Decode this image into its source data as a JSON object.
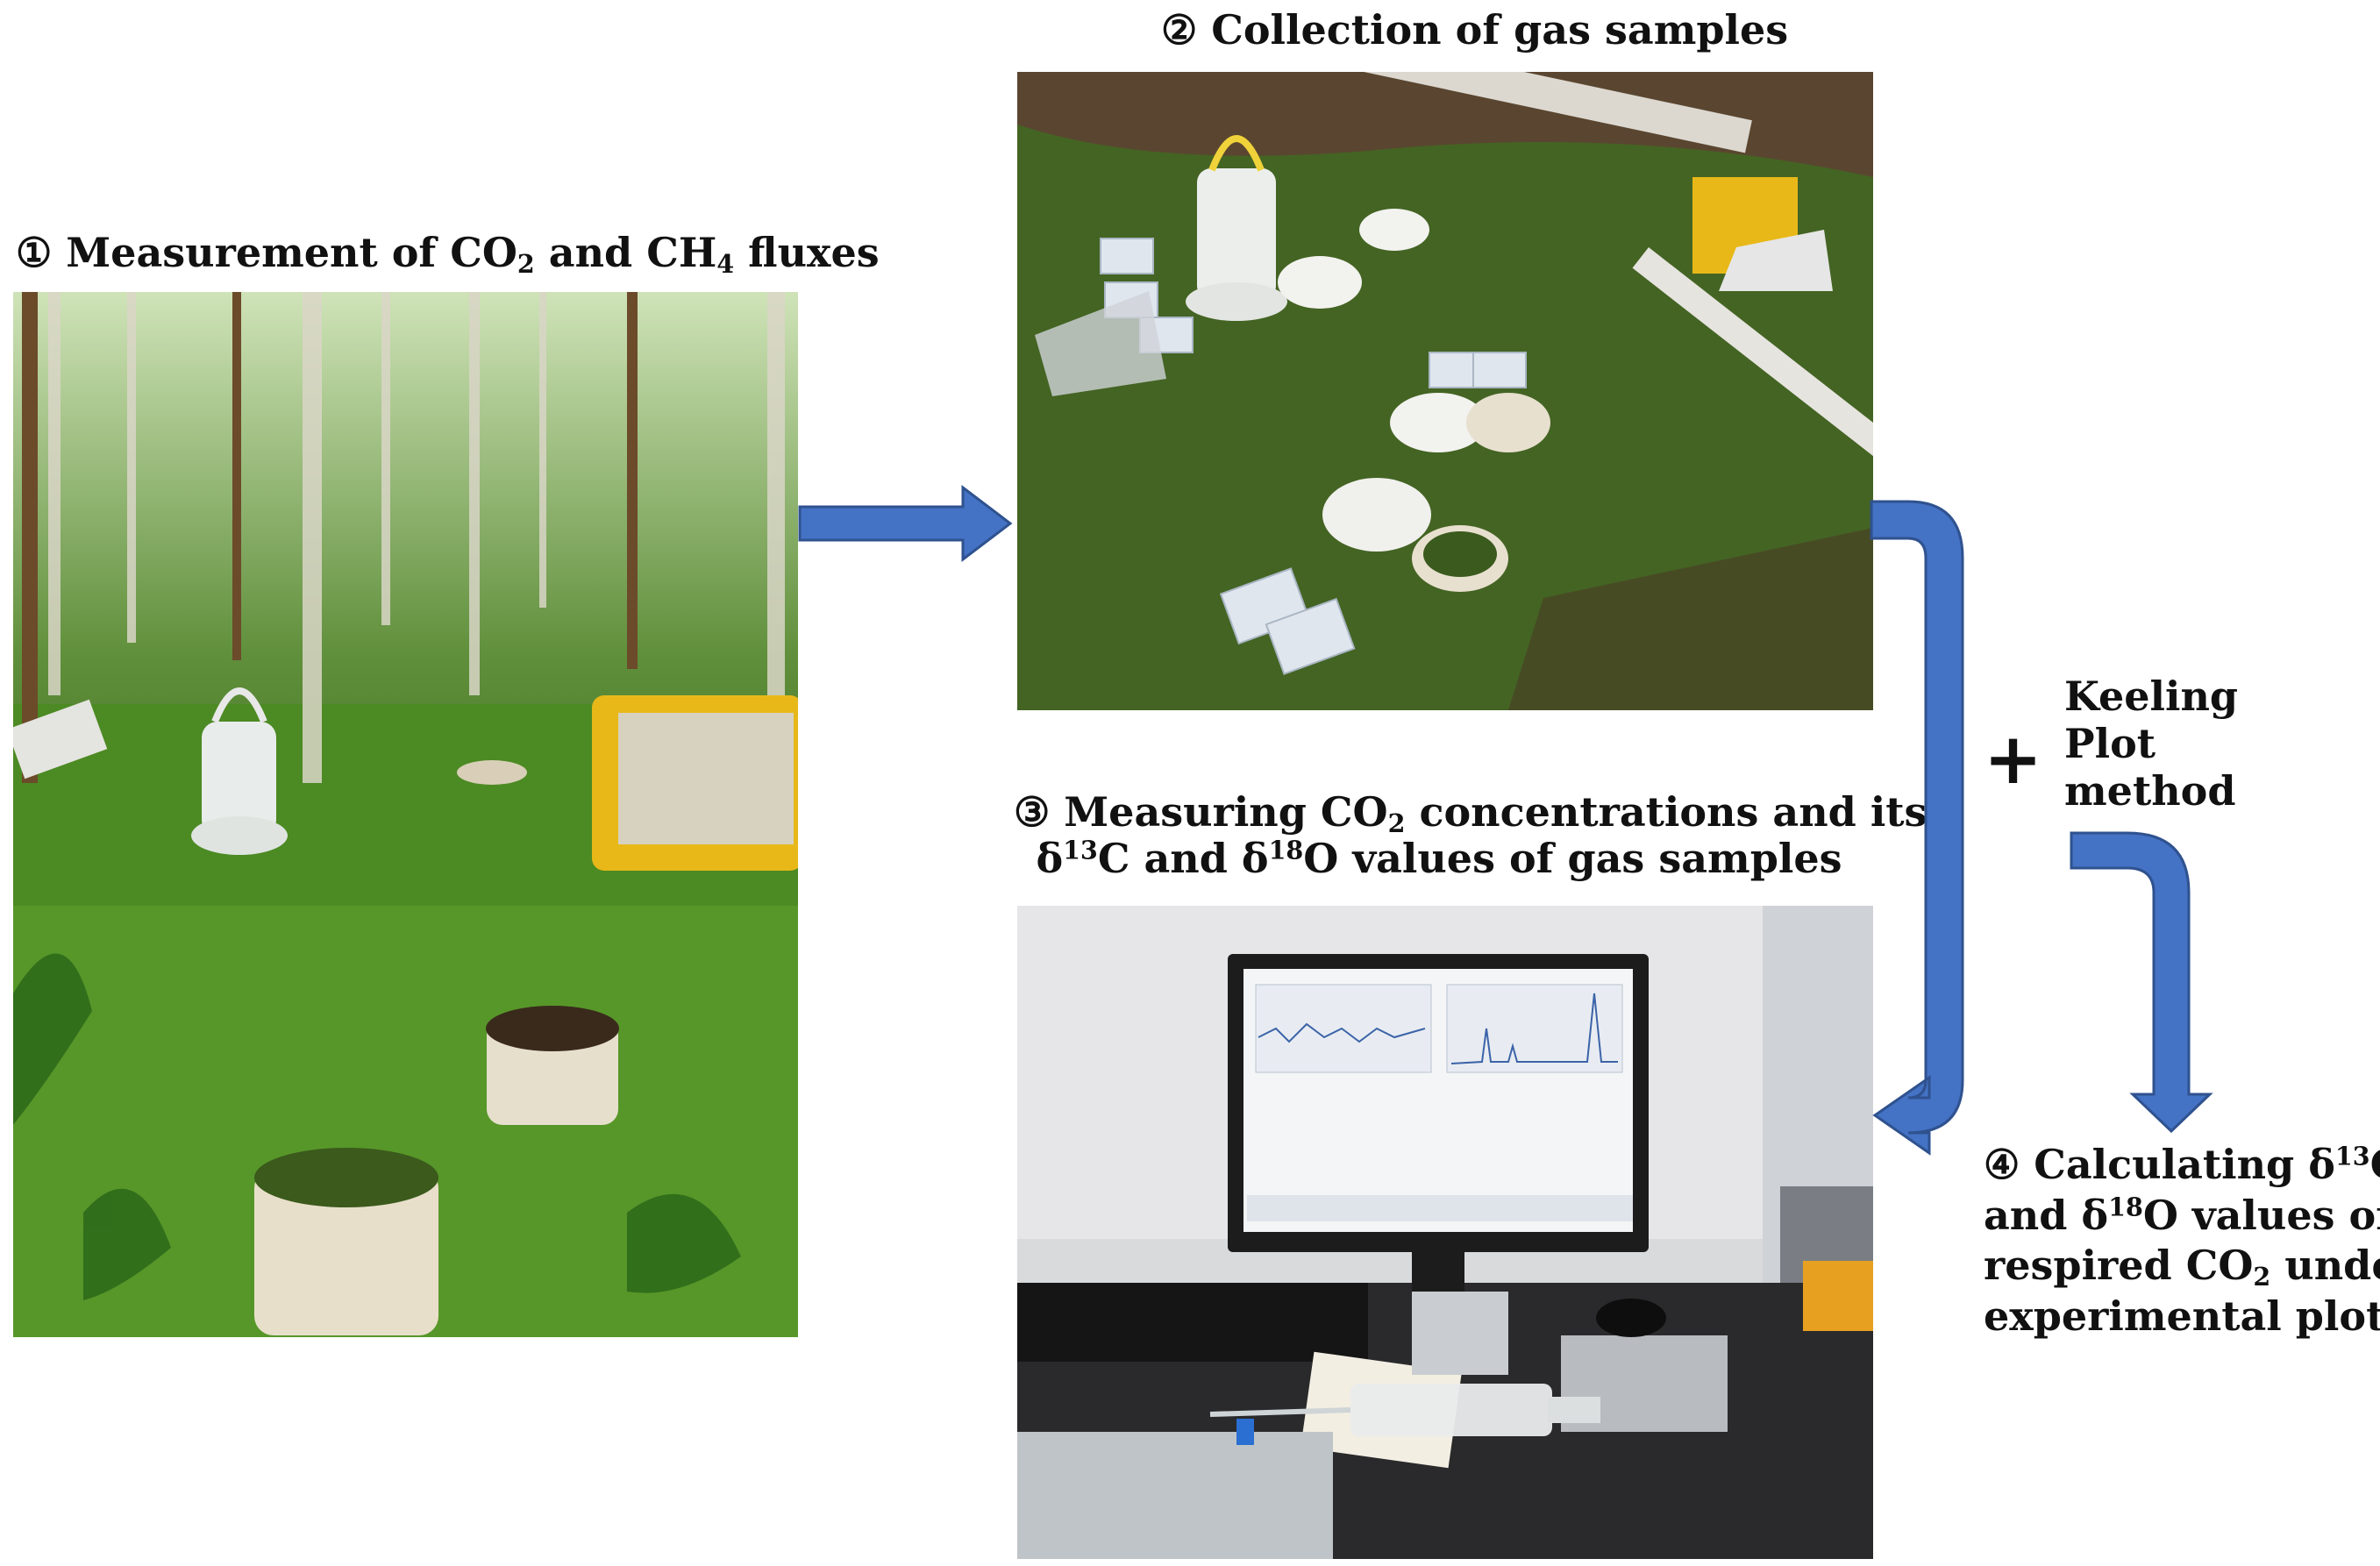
{
  "steps": [
    {
      "id": 1,
      "marker": "①",
      "title_parts": [
        {
          "t": "text",
          "v": " Measurement of CO"
        },
        {
          "t": "sub",
          "v": "2"
        },
        {
          "t": "text",
          "v": " and CH"
        },
        {
          "t": "sub",
          "v": "4"
        },
        {
          "t": "text",
          "v": " fluxes"
        }
      ]
    },
    {
      "id": 2,
      "marker": "②",
      "title_parts": [
        {
          "t": "text",
          "v": " Collection of gas samples"
        }
      ]
    },
    {
      "id": 3,
      "marker": "③",
      "title_lines": [
        [
          {
            "t": "text",
            "v": " Measuring CO"
          },
          {
            "t": "sub",
            "v": "2"
          },
          {
            "t": "text",
            "v": " concentrations and its"
          }
        ],
        [
          {
            "t": "text",
            "v": "δ"
          },
          {
            "t": "sup",
            "v": "13"
          },
          {
            "t": "text",
            "v": "C and δ"
          },
          {
            "t": "sup",
            "v": "18"
          },
          {
            "t": "text",
            "v": "O values of gas samples"
          }
        ]
      ]
    },
    {
      "id": 4,
      "marker": "④",
      "title_lines": [
        [
          {
            "t": "text",
            "v": " Calculating δ"
          },
          {
            "t": "sup",
            "v": "13"
          },
          {
            "t": "text",
            "v": "C"
          }
        ],
        [
          {
            "t": "text",
            "v": "and δ"
          },
          {
            "t": "sup",
            "v": "18"
          },
          {
            "t": "text",
            "v": "O values of"
          }
        ],
        [
          {
            "t": "text",
            "v": "respired CO"
          },
          {
            "t": "sub",
            "v": "2"
          },
          {
            "t": "text",
            "v": " under"
          }
        ],
        [
          {
            "t": "text",
            "v": "experimental plots"
          }
        ]
      ]
    }
  ],
  "plus_symbol": "+",
  "keeling_method_lines": [
    "Keeling",
    "Plot",
    "method"
  ],
  "colors": {
    "arrow_fill": "#4472c4",
    "arrow_stroke": "#2f528f",
    "text": "#111111"
  }
}
